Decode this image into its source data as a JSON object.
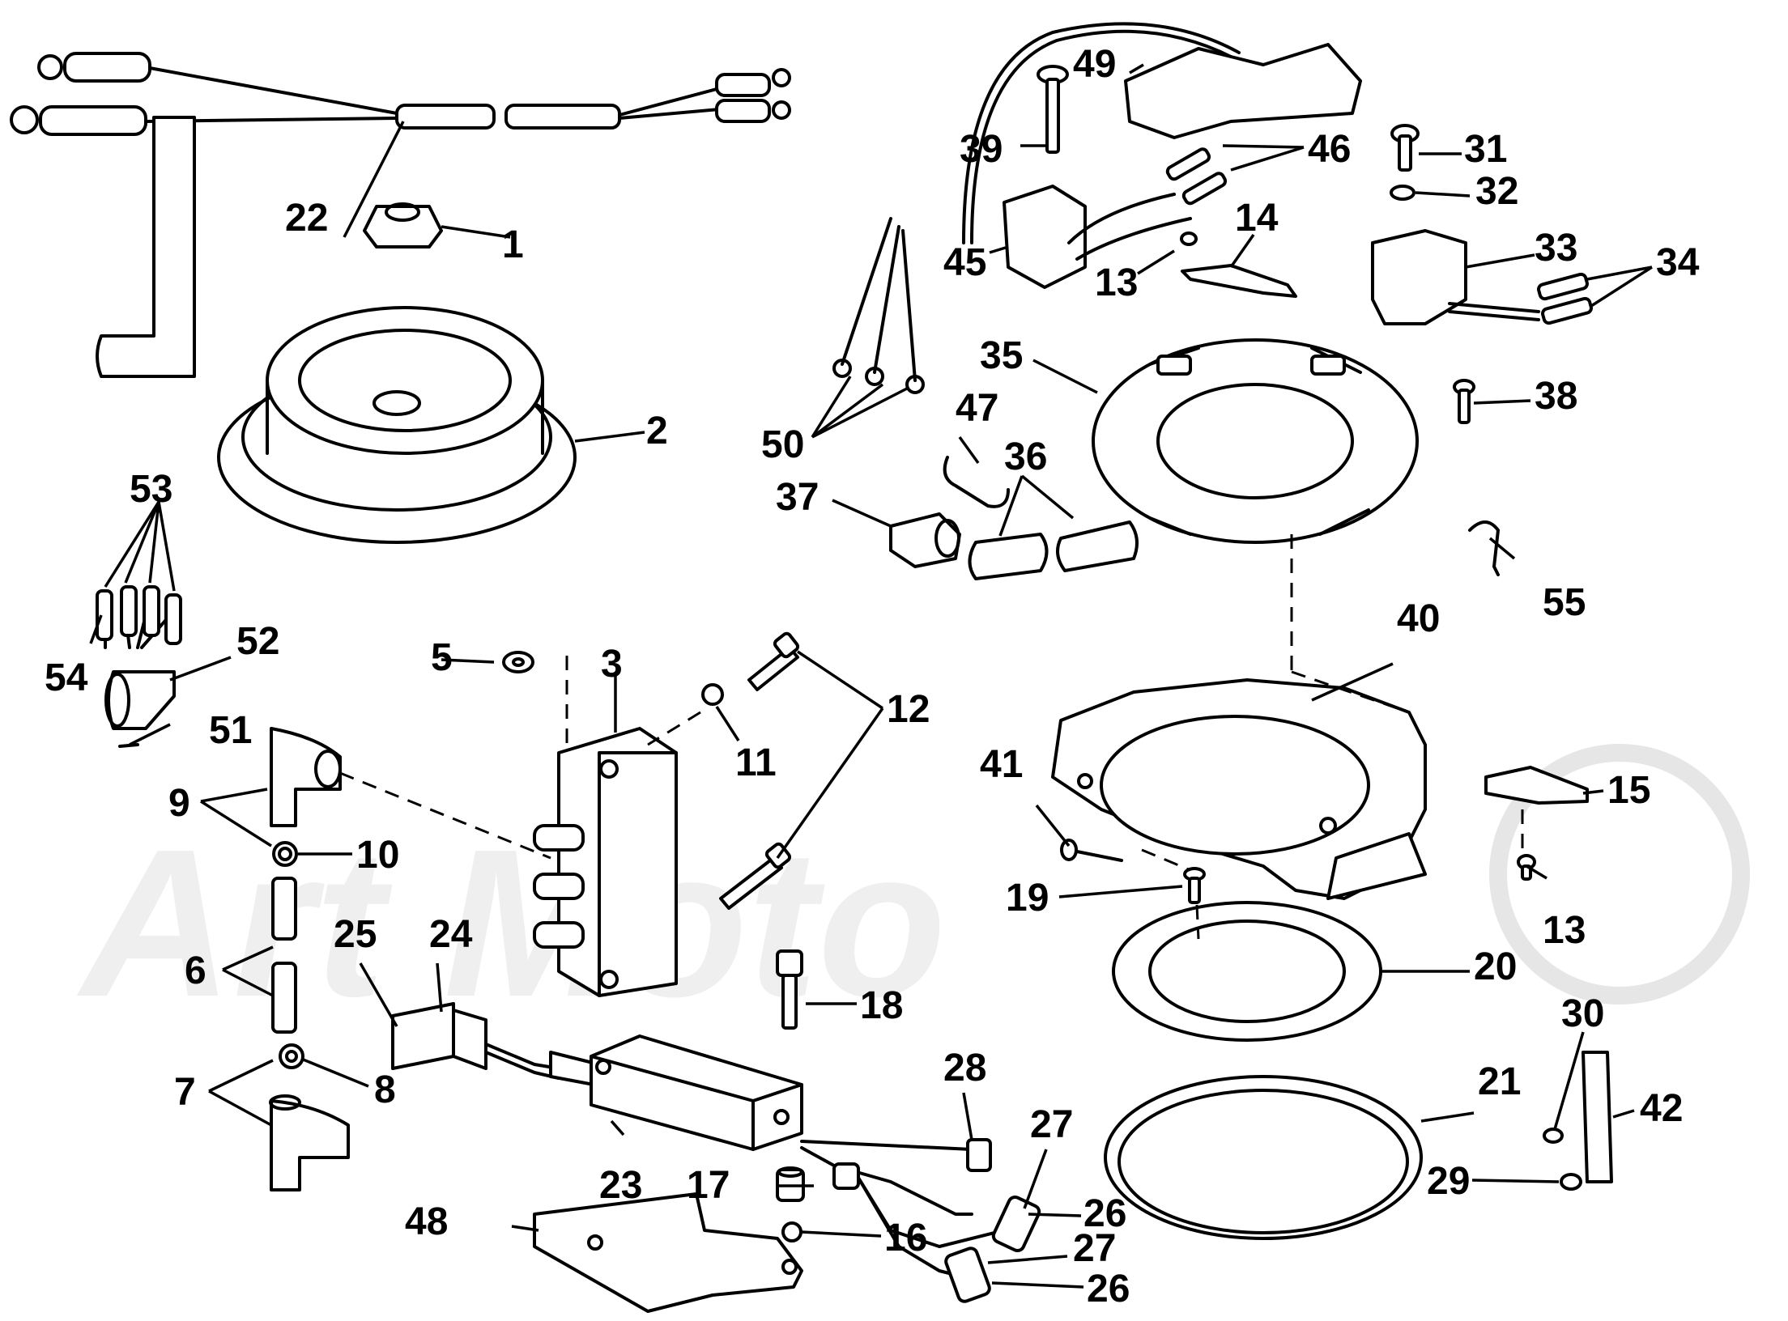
{
  "watermark": "Art Moto",
  "callouts": [
    {
      "id": "1",
      "text": "1"
    },
    {
      "id": "2",
      "text": "2"
    },
    {
      "id": "3",
      "text": "3"
    },
    {
      "id": "5",
      "text": "5"
    },
    {
      "id": "6",
      "text": "6"
    },
    {
      "id": "7",
      "text": "7"
    },
    {
      "id": "8",
      "text": "8"
    },
    {
      "id": "9",
      "text": "9"
    },
    {
      "id": "10",
      "text": "10"
    },
    {
      "id": "11",
      "text": "11"
    },
    {
      "id": "12",
      "text": "12"
    },
    {
      "id": "13a",
      "text": "13"
    },
    {
      "id": "13b",
      "text": "13"
    },
    {
      "id": "14",
      "text": "14"
    },
    {
      "id": "15",
      "text": "15"
    },
    {
      "id": "16",
      "text": "16"
    },
    {
      "id": "17",
      "text": "17"
    },
    {
      "id": "18",
      "text": "18"
    },
    {
      "id": "19",
      "text": "19"
    },
    {
      "id": "20",
      "text": "20"
    },
    {
      "id": "21",
      "text": "21"
    },
    {
      "id": "22",
      "text": "22"
    },
    {
      "id": "23",
      "text": "23"
    },
    {
      "id": "24",
      "text": "24"
    },
    {
      "id": "25",
      "text": "25"
    },
    {
      "id": "26a",
      "text": "26"
    },
    {
      "id": "26b",
      "text": "26"
    },
    {
      "id": "27a",
      "text": "27"
    },
    {
      "id": "27b",
      "text": "27"
    },
    {
      "id": "28",
      "text": "28"
    },
    {
      "id": "29",
      "text": "29"
    },
    {
      "id": "30",
      "text": "30"
    },
    {
      "id": "31",
      "text": "31"
    },
    {
      "id": "32",
      "text": "32"
    },
    {
      "id": "33",
      "text": "33"
    },
    {
      "id": "34",
      "text": "34"
    },
    {
      "id": "35",
      "text": "35"
    },
    {
      "id": "36",
      "text": "36"
    },
    {
      "id": "37",
      "text": "37"
    },
    {
      "id": "38",
      "text": "38"
    },
    {
      "id": "39",
      "text": "39"
    },
    {
      "id": "40",
      "text": "40"
    },
    {
      "id": "41",
      "text": "41"
    },
    {
      "id": "42",
      "text": "42"
    },
    {
      "id": "45",
      "text": "45"
    },
    {
      "id": "46",
      "text": "46"
    },
    {
      "id": "47",
      "text": "47"
    },
    {
      "id": "48",
      "text": "48"
    },
    {
      "id": "49",
      "text": "49"
    },
    {
      "id": "50",
      "text": "50"
    },
    {
      "id": "51",
      "text": "51"
    },
    {
      "id": "52",
      "text": "52"
    },
    {
      "id": "53",
      "text": "53"
    },
    {
      "id": "54",
      "text": "54"
    },
    {
      "id": "55",
      "text": "55"
    }
  ]
}
